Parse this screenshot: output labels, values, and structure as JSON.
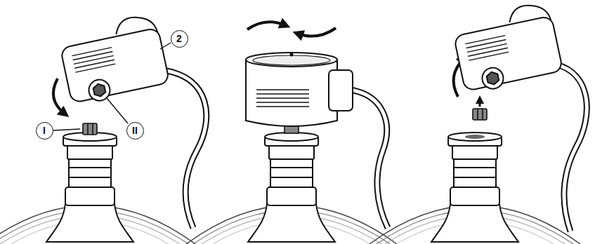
{
  "diagram": {
    "labels": [
      "2",
      "I",
      "II"
    ]
  }
}
